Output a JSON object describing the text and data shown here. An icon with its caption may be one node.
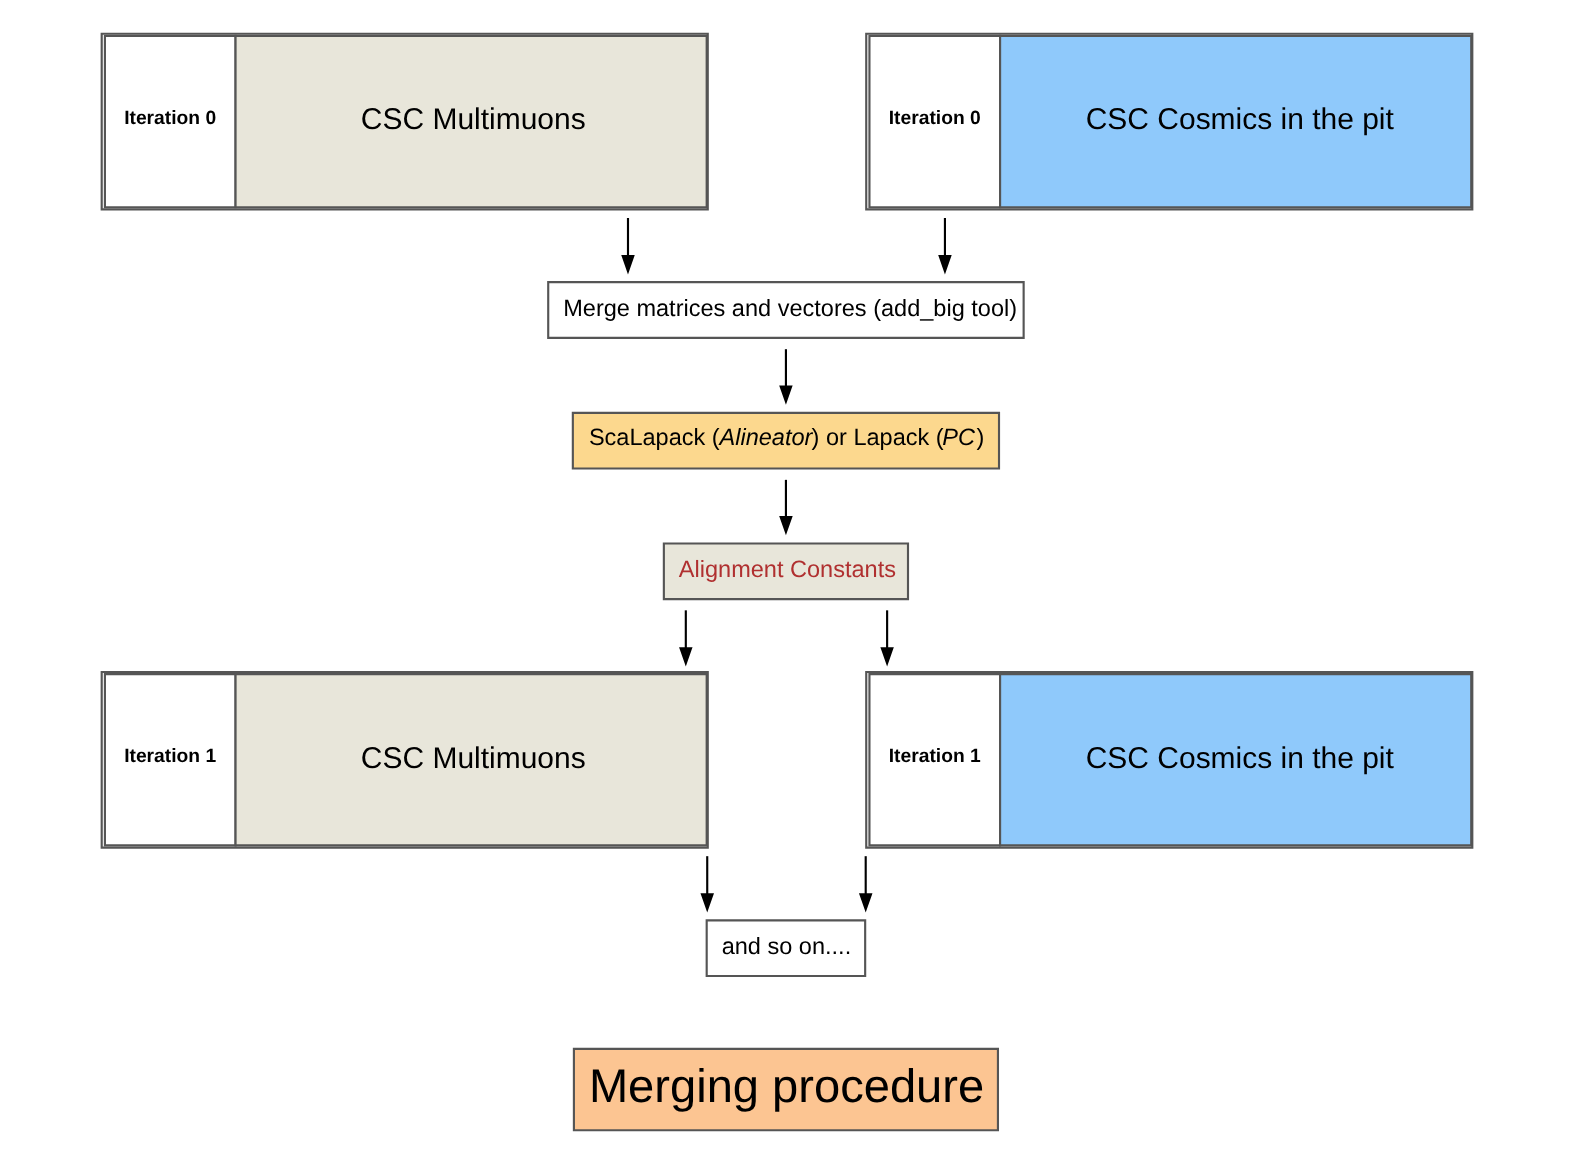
{
  "diagram": {
    "nodes": [
      {
        "text": [
          "Iteration 0",
          "CSC Multimuons"
        ]
      },
      {
        "text": [
          "Iteration 0",
          "CSC Cosmics in the pit"
        ]
      },
      {
        "text": [
          "Merge matrices and vectores (add_big tool)"
        ]
      },
      {
        "text": [
          "ScaLapack (*Alineator*) or Lapack (*PC*)"
        ]
      },
      {
        "text": [
          "Alignment Constants"
        ]
      },
      {
        "text": [
          "Iteration 1",
          "CSC Multimuons"
        ]
      },
      {
        "text": [
          "Iteration 1",
          "CSC Cosmics in the pit"
        ]
      },
      {
        "text": [
          "and so on...."
        ]
      },
      {
        "text": [
          "Merging procedure"
        ]
      }
    ],
    "edges": [
      {
        "from": 0,
        "to": 2,
        "arrow": "to"
      },
      {
        "from": 1,
        "to": 2,
        "arrow": "to"
      },
      {
        "from": 2,
        "to": 3,
        "arrow": "to"
      },
      {
        "from": 3,
        "to": 4,
        "arrow": "to"
      },
      {
        "from": 4,
        "to": 5,
        "arrow": "to"
      },
      {
        "from": 4,
        "to": 6,
        "arrow": "to"
      },
      {
        "from": 5,
        "to": 7,
        "arrow": "to"
      },
      {
        "from": 6,
        "to": 7,
        "arrow": "to"
      }
    ]
  }
}
